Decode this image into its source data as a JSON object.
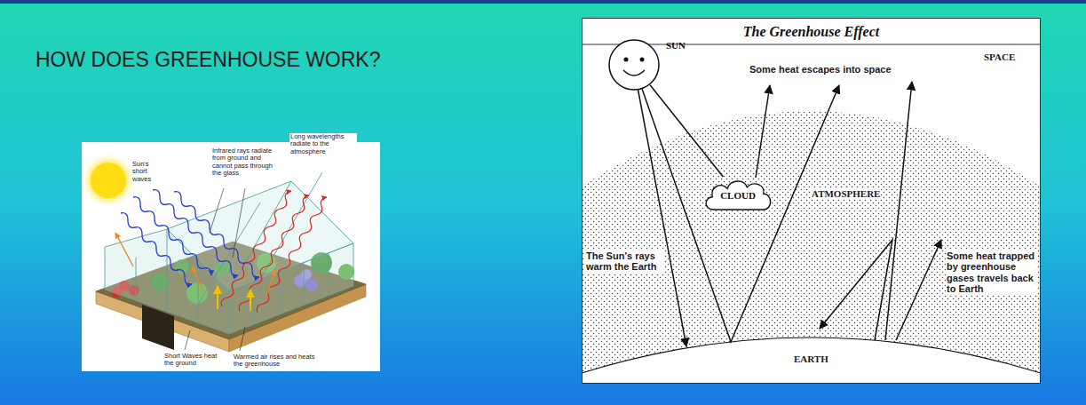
{
  "diagram": {
    "title": "HOW DOES GREENHOUSE WORK?",
    "nodes": [
      {
        "text": [
          "The Greenhouse Effect"
        ]
      },
      {
        "text": [
          "SUN"
        ],
        "in": 0
      },
      {
        "text": [
          "CLOUD"
        ],
        "in": 0
      }
    ],
    "edges": [
      {
        "from": 1,
        "to": 2,
        "arrow": "none"
      }
    ],
    "labels": [
      "Sun's short waves",
      "Infrared rays radiate from ground and cannot pass through the glass",
      "Long wavelengths radiate to the atmosphere",
      "Short Waves heat the ground",
      "Warmed air rises and heats the greenhouse",
      "SPACE",
      "Some heat escapes into space",
      "ATMOSPHERE",
      "The Sun's rays warm the Earth",
      "Some heat trapped by greenhouse gases travels back to Earth",
      "EARTH"
    ]
  }
}
